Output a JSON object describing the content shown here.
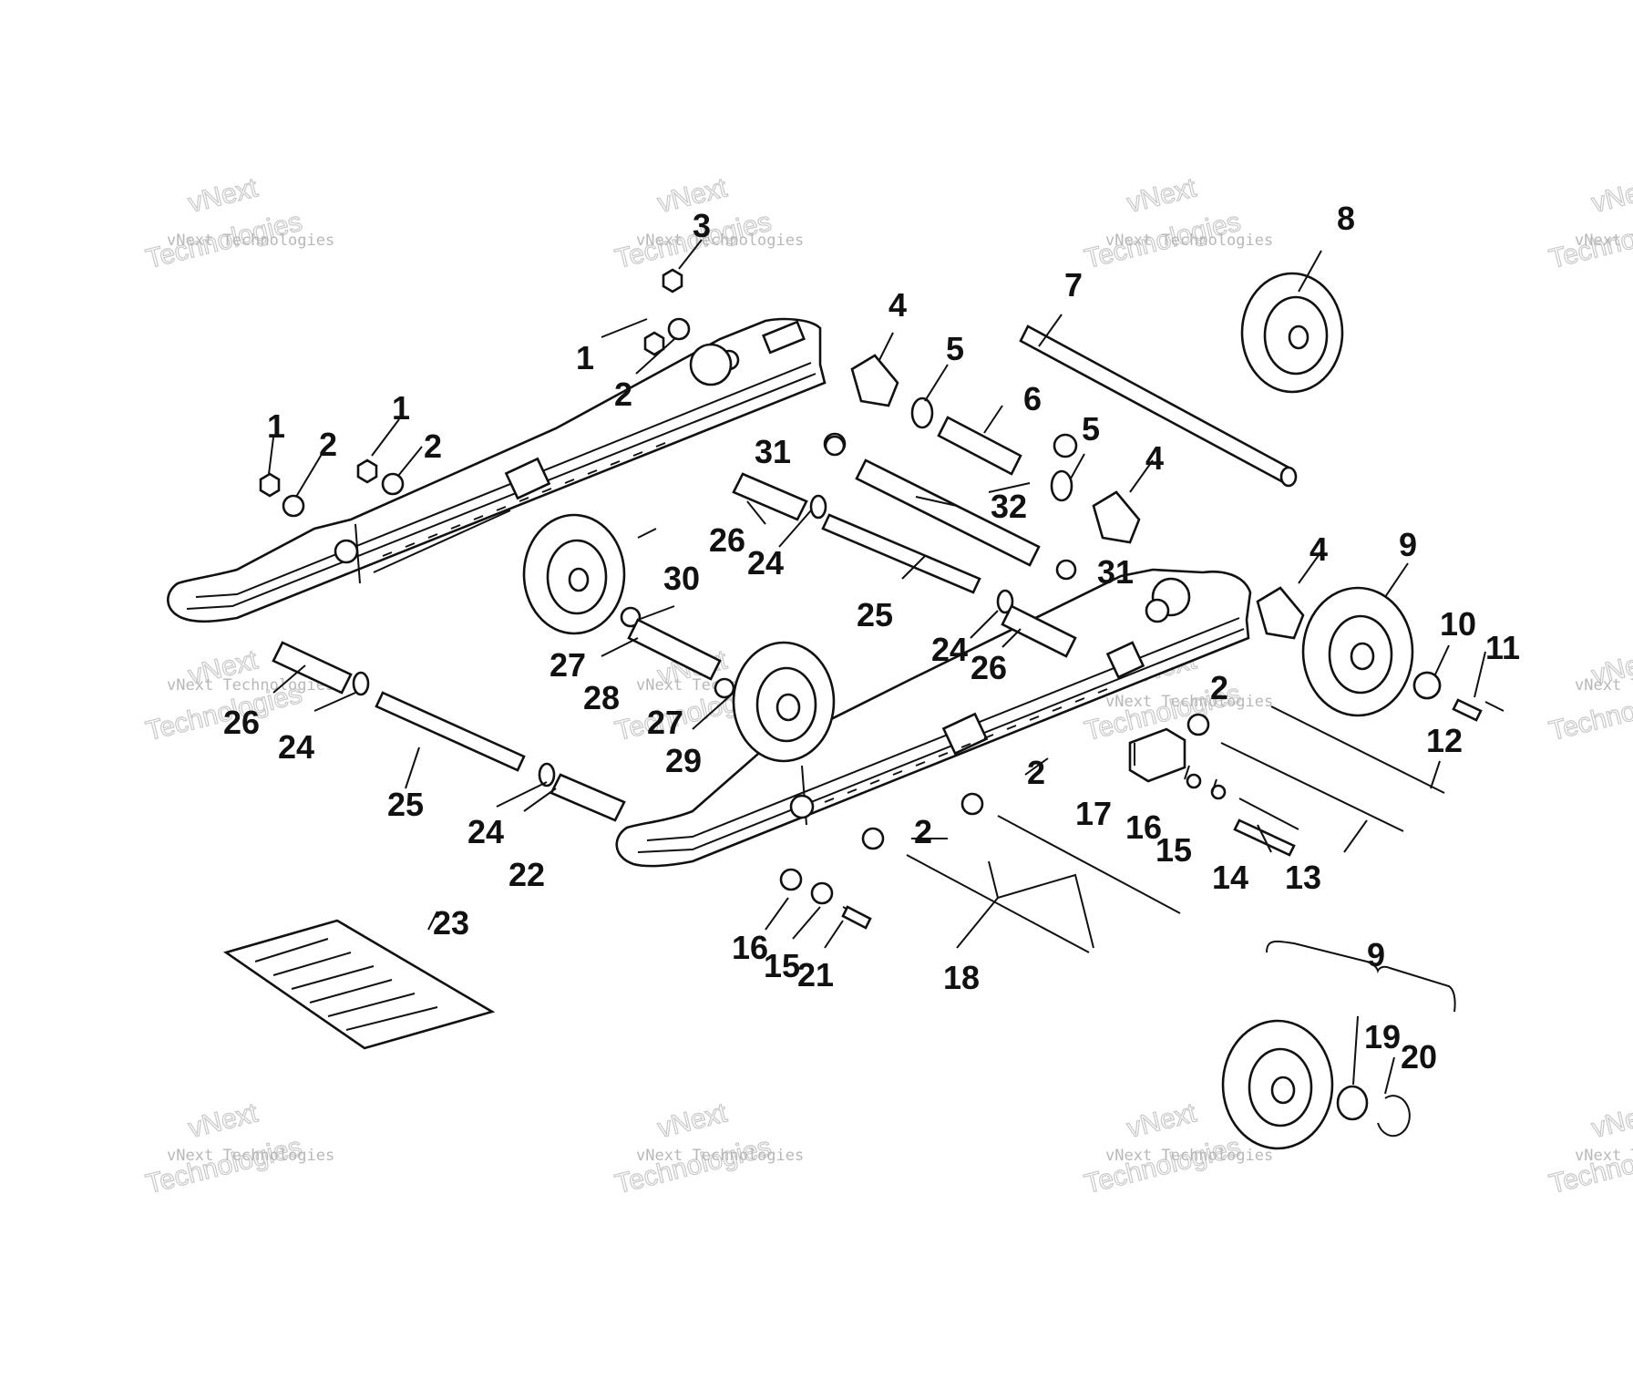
{
  "watermark": {
    "small": "vNext Technologies",
    "big_line1": "vNext",
    "big_line2": "Technologies"
  },
  "callouts": {
    "c1a": "1",
    "c1b": "1",
    "c1c": "1",
    "c2a": "2",
    "c2b": "2",
    "c2c": "2",
    "c2d": "2",
    "c2e": "2",
    "c2f": "2",
    "c3": "3",
    "c4a": "4",
    "c4b": "4",
    "c4c": "4",
    "c5a": "5",
    "c5b": "5",
    "c6": "6",
    "c7": "7",
    "c8": "8",
    "c9a": "9",
    "c9b": "9",
    "c10": "10",
    "c11": "11",
    "c12": "12",
    "c13": "13",
    "c14": "14",
    "c15a": "15",
    "c15b": "15",
    "c16a": "16",
    "c16b": "16",
    "c17": "17",
    "c18": "18",
    "c19": "19",
    "c20": "20",
    "c21": "21",
    "c22": "22",
    "c23": "23",
    "c24a": "24",
    "c24b": "24",
    "c24c": "24",
    "c24d": "24",
    "c25a": "25",
    "c25b": "25",
    "c26a": "26",
    "c26b": "26",
    "c26c": "26",
    "c27a": "27",
    "c27b": "27",
    "c28": "28",
    "c29": "29",
    "c30": "30",
    "c31a": "31",
    "c31b": "31",
    "c32": "32"
  }
}
